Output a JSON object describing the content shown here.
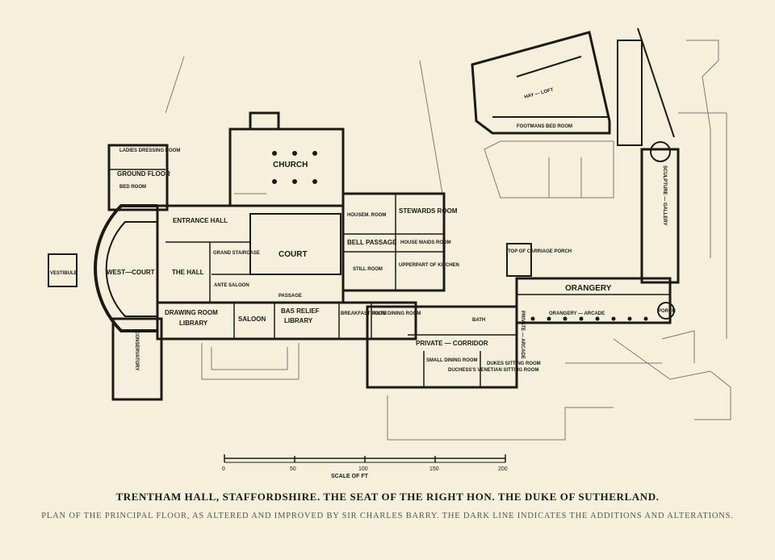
{
  "rooms": {
    "ladies_dressing_room": "LADIES DRESSING ROOM",
    "ground_floor": "GROUND FLOOR",
    "bed_room": "BED ROOM",
    "church": "CHURCH",
    "entrance_hall": "ENTRANCE HALL",
    "vestibule": "VESTIBULE",
    "west_court": "WEST—COURT",
    "the_hall": "THE HALL",
    "grand_staircase": "GRAND STAIRCASE",
    "court": "COURT",
    "ante_saloon": "ANTE SALOON",
    "passage": "PASSAGE",
    "drawing_room": "DRAWING ROOM",
    "library": "LIBRARY",
    "saloon": "SALOON",
    "bas_relief": "BAS RELIEF",
    "library2": "LIBRARY",
    "breakfast_room": "BREAKFAST ROOM",
    "ante_dining_room": "ANTE DINING ROOM",
    "conservatory": "CONSERVATORY",
    "housemaids_room": "HOUSEM. ROOM",
    "stewards_room": "STEWARDS ROOM",
    "bell_passage": "BELL PASSAGE",
    "house_maids_room": "HOUSE MAIDS ROOM",
    "still_room": "STILL ROOM",
    "upper_part_kitchen": "UPPERPART OF KITCHEN",
    "hay_loft": "HAY — LOFT",
    "footmans_bed_room": "FOOTMANS BED ROOM",
    "top_carriage_porch": "TOP OF CARRIAGE PORCH",
    "sculpture_gallery": "SCULPTURE — GALLERY",
    "orangery": "ORANGERY",
    "orangery_arcade": "ORANGERY — ARCADE",
    "porch": "PORCH",
    "private_arcade": "PRIVATE — ARCADE",
    "bath": "BATH",
    "private_corridor": "PRIVATE — CORRIDOR",
    "small_dining_room": "SMALL DINING ROOM",
    "duchess_sitting": "DUCHESS'S VENETIAN SITTING ROOM",
    "dukes_sitting": "DUKES SITTING ROOM"
  },
  "scale": {
    "ticks": [
      "0",
      "50",
      "100",
      "150",
      "200"
    ],
    "label": "SCALE OF FT"
  },
  "caption": {
    "title": "TRENTHAM HALL, STAFFORDSHIRE.  THE SEAT OF THE RIGHT HON. THE DUKE OF SUTHERLAND.",
    "subtitle": "PLAN OF THE PRINCIPAL FLOOR, AS ALTERED AND IMPROVED BY SIR CHARLES BARRY.  THE DARK LINE INDICATES THE ADDITIONS AND ALTERATIONS."
  }
}
